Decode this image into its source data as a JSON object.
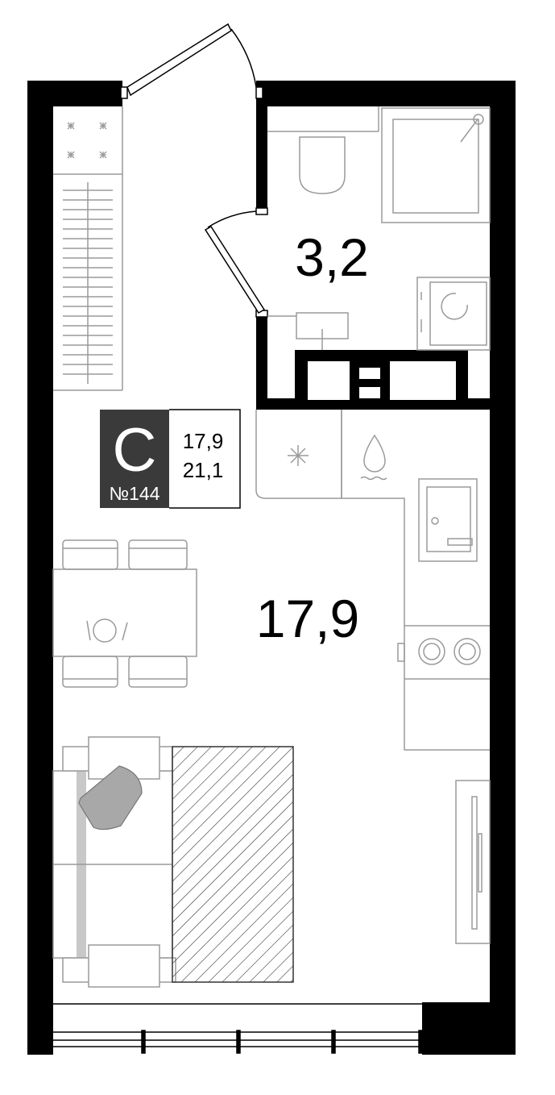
{
  "badge": {
    "type_letter": "С",
    "number": "№144",
    "living_area": "17,9",
    "total_area": "21,1"
  },
  "rooms": [
    {
      "id": "bathroom",
      "area": "3,2"
    },
    {
      "id": "studio",
      "area": "17,9"
    }
  ],
  "colors": {
    "wall": "#000000",
    "fixture_line": "#999999",
    "badge_bg": "#3a3a3a",
    "badge_text": "#ffffff",
    "pillow": "#a8a8a8"
  }
}
